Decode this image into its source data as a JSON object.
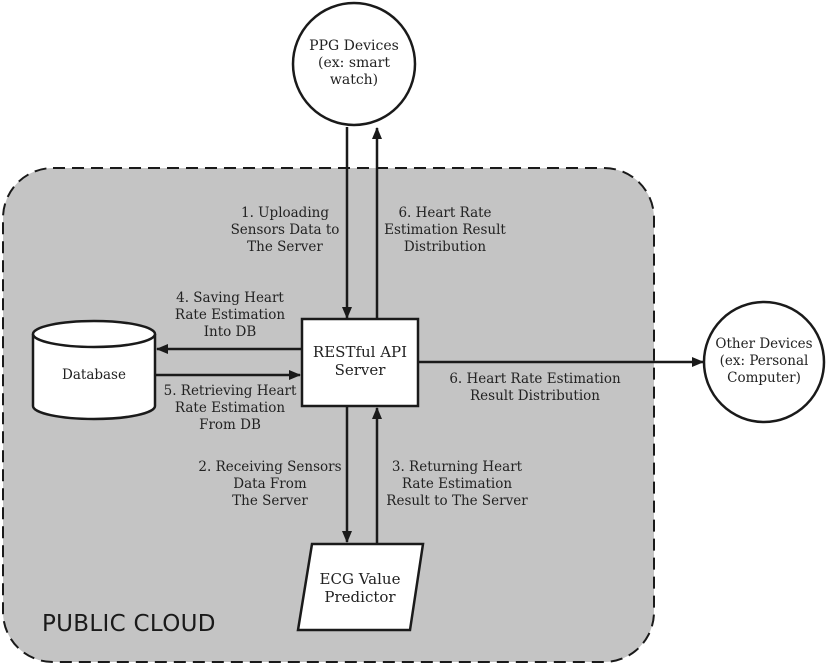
{
  "cloud": {
    "label": "PUBLIC CLOUD"
  },
  "nodes": {
    "ppg": {
      "line1": "PPG Devices",
      "line2": "(ex: smart",
      "line3": "watch)"
    },
    "other": {
      "line1": "Other Devices",
      "line2": "(ex: Personal",
      "line3": "Computer)"
    },
    "database": {
      "label": "Database"
    },
    "server": {
      "line1": "RESTful API",
      "line2": "Server"
    },
    "ecg": {
      "line1": "ECG Value",
      "line2": "Predictor"
    }
  },
  "edges": {
    "e1": {
      "line1": "1. Uploading",
      "line2": "Sensors Data to",
      "line3": "The Server"
    },
    "e6a": {
      "line1": "6. Heart Rate",
      "line2": "Estimation Result",
      "line3": "Distribution"
    },
    "e4": {
      "line1": "4. Saving Heart",
      "line2": "Rate Estimation",
      "line3": "Into DB"
    },
    "e5": {
      "line1": "5. Retrieving Heart",
      "line2": "Rate Estimation",
      "line3": "From DB"
    },
    "e6b": {
      "line1": "6. Heart Rate Estimation",
      "line2": "Result Distribution"
    },
    "e2": {
      "line1": "2. Receiving Sensors",
      "line2": "Data From",
      "line3": "The Server"
    },
    "e3": {
      "line1": "3. Returning Heart",
      "line2": "Rate Estimation",
      "line3": "Result to The Server"
    }
  },
  "colors": {
    "cloud_fill": "#c4c4c4",
    "stroke": "#1a1a1a",
    "node_fill": "#ffffff"
  }
}
